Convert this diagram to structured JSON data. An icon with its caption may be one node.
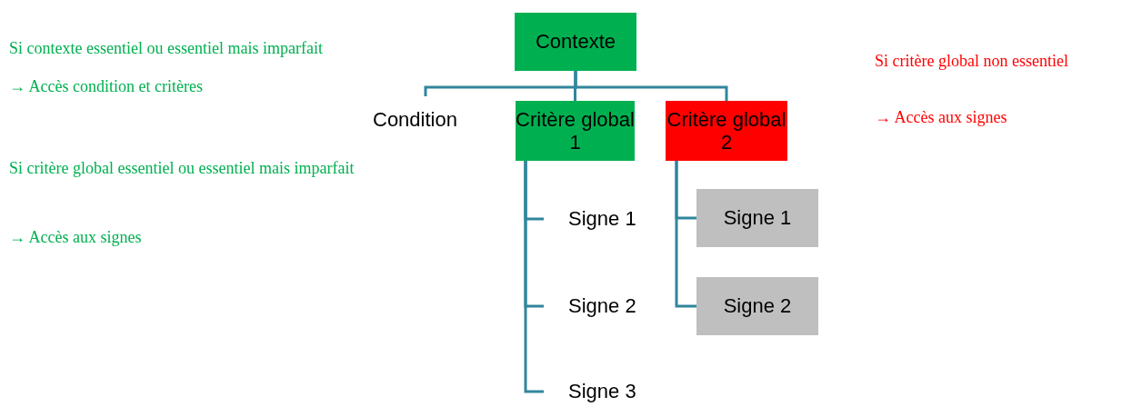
{
  "diagram": {
    "nodes": [
      {
        "text": [
          "Contexte"
        ]
      },
      {
        "text": [
          "Condition"
        ]
      },
      {
        "text": [
          "Critère global 1"
        ]
      },
      {
        "text": [
          "Critère global 2"
        ]
      },
      {
        "text": [
          "Signe 1"
        ]
      },
      {
        "text": [
          "Signe 2"
        ]
      },
      {
        "text": [
          "Signe 3"
        ]
      },
      {
        "text": [
          "Signe 1"
        ]
      },
      {
        "text": [
          "Signe 2"
        ]
      }
    ],
    "edges": [
      {
        "from": 0,
        "to": 1,
        "arrow": "none"
      },
      {
        "from": 0,
        "to": 2,
        "arrow": "none"
      },
      {
        "from": 0,
        "to": 3,
        "arrow": "none"
      },
      {
        "from": 2,
        "to": 4,
        "arrow": "none"
      },
      {
        "from": 2,
        "to": 5,
        "arrow": "none"
      },
      {
        "from": 2,
        "to": 6,
        "arrow": "none"
      },
      {
        "from": 3,
        "to": 7,
        "arrow": "none"
      },
      {
        "from": 3,
        "to": 8,
        "arrow": "none"
      }
    ],
    "labels": [
      "Si contexte essentiel ou essentiel mais imparfait",
      "→ Accès condition et critères",
      "Si critère global essentiel ou essentiel mais imparfait",
      "→ Accès aux signes",
      "Si critère global non essentiel",
      "→ Accès aux signes"
    ]
  }
}
